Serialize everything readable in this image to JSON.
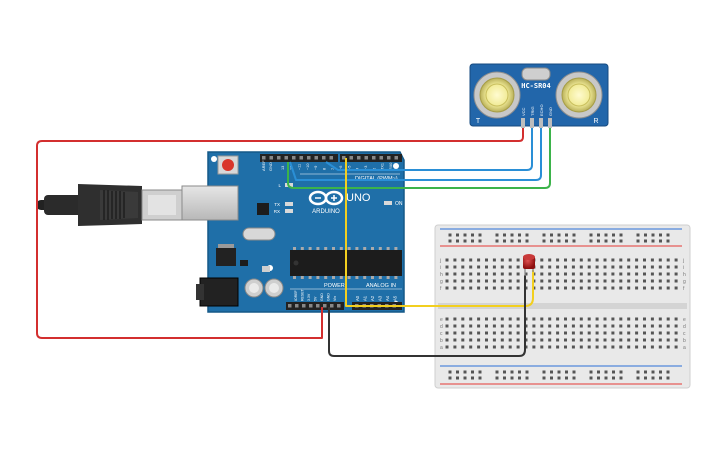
{
  "sensor": {
    "model": "HC-SR04",
    "corner_left": "T",
    "corner_right": "R",
    "pins": [
      "VCC",
      "TRIG",
      "ECHO",
      "GND"
    ]
  },
  "arduino": {
    "brand": "ARDUINO",
    "model": "UNO",
    "digital_label": "DIGITAL (PWM~)",
    "power_label": "POWER",
    "analog_label": "ANALOG IN",
    "on_label": "ON",
    "tx_label": "TX",
    "rx_label": "RX",
    "l_label": "L",
    "aref_label": "AREF",
    "gnd_label": "GND",
    "digital_pins": [
      "13",
      "12",
      "~11",
      "~10",
      "~9",
      "8",
      "7",
      "~6",
      "~5",
      "4",
      "~3",
      "2",
      "TX1",
      "RX0"
    ],
    "power_pins": [
      "IOREF",
      "RESET",
      "3.3V",
      "5V",
      "GND",
      "GND",
      "Vin"
    ],
    "analog_pins": [
      "A0",
      "A1",
      "A2",
      "A3",
      "A4",
      "A5"
    ]
  },
  "breadboard": {
    "row_letters_top": [
      "j",
      "i",
      "h",
      "g",
      "f"
    ],
    "row_letters_bottom": [
      "e",
      "d",
      "c",
      "b",
      "a"
    ],
    "columns": 30
  },
  "wires": {
    "red": "#d32f2f",
    "blue": "#2a8fd6",
    "green": "#3bb34a",
    "yellow": "#f2cf1f",
    "black": "#333333"
  }
}
